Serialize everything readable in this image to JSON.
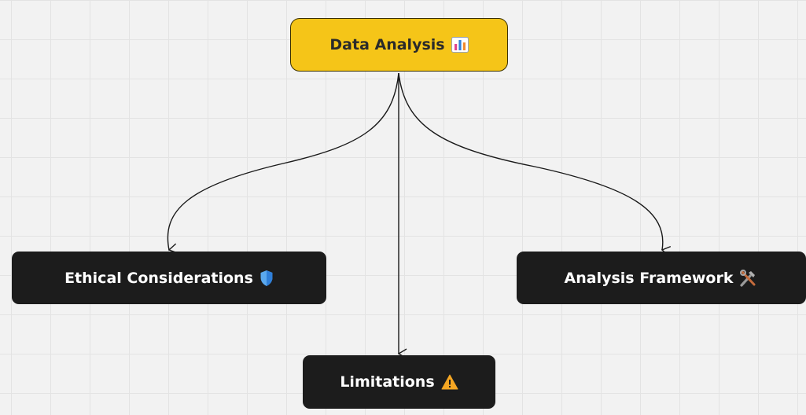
{
  "diagram": {
    "root": {
      "label": "Data Analysis",
      "icon": "bar-chart-icon"
    },
    "children": [
      {
        "id": "ethical",
        "label": "Ethical Considerations",
        "icon": "shield-icon"
      },
      {
        "id": "limitations",
        "label": "Limitations",
        "icon": "warning-icon"
      },
      {
        "id": "framework",
        "label": "Analysis Framework",
        "icon": "tools-icon"
      }
    ],
    "colors": {
      "root_fill": "#f5c518",
      "child_fill": "#1c1c1c",
      "edge": "#1a1a1a",
      "background": "#f2f2f2"
    }
  }
}
